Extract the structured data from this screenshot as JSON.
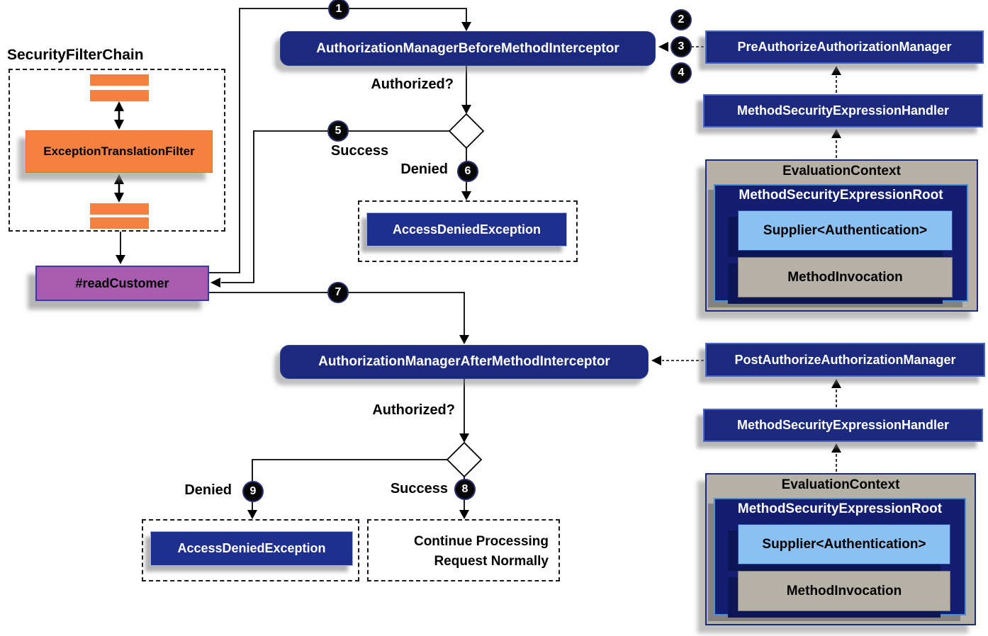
{
  "filter_chain": {
    "title": "SecurityFilterChain",
    "exception_filter": "ExceptionTranslationFilter"
  },
  "method": {
    "label": "#readCustomer"
  },
  "before_flow": {
    "interceptor": "AuthorizationManagerBeforeMethodInterceptor",
    "question": "Authorized?",
    "success": "Success",
    "denied": "Denied",
    "exception": "AccessDeniedException"
  },
  "after_flow": {
    "interceptor": "AuthorizationManagerAfterMethodInterceptor",
    "question": "Authorized?",
    "success": "Success",
    "denied": "Denied",
    "exception": "AccessDeniedException",
    "continue_line1": "Continue Processing",
    "continue_line2": "Request Normally"
  },
  "pre_authorize": {
    "manager": "PreAuthorizeAuthorizationManager",
    "handler": "MethodSecurityExpressionHandler",
    "context_title": "EvaluationContext",
    "root": "MethodSecurityExpressionRoot",
    "supplier": "Supplier<Authentication>",
    "invocation": "MethodInvocation"
  },
  "post_authorize": {
    "manager": "PostAuthorizeAuthorizationManager",
    "handler": "MethodSecurityExpressionHandler",
    "context_title": "EvaluationContext",
    "root": "MethodSecurityExpressionRoot",
    "supplier": "Supplier<Authentication>",
    "invocation": "MethodInvocation"
  },
  "steps": {
    "n1": "1",
    "n2": "2",
    "n3": "3",
    "n4": "4",
    "n5": "5",
    "n6": "6",
    "n7": "7",
    "n8": "8",
    "n9": "9"
  },
  "colors": {
    "navy": "#1b2a7e",
    "orange": "#f5803f",
    "purple": "#a85cb0",
    "light_blue": "#8bc0f2",
    "gray": "#b5b1a6"
  }
}
